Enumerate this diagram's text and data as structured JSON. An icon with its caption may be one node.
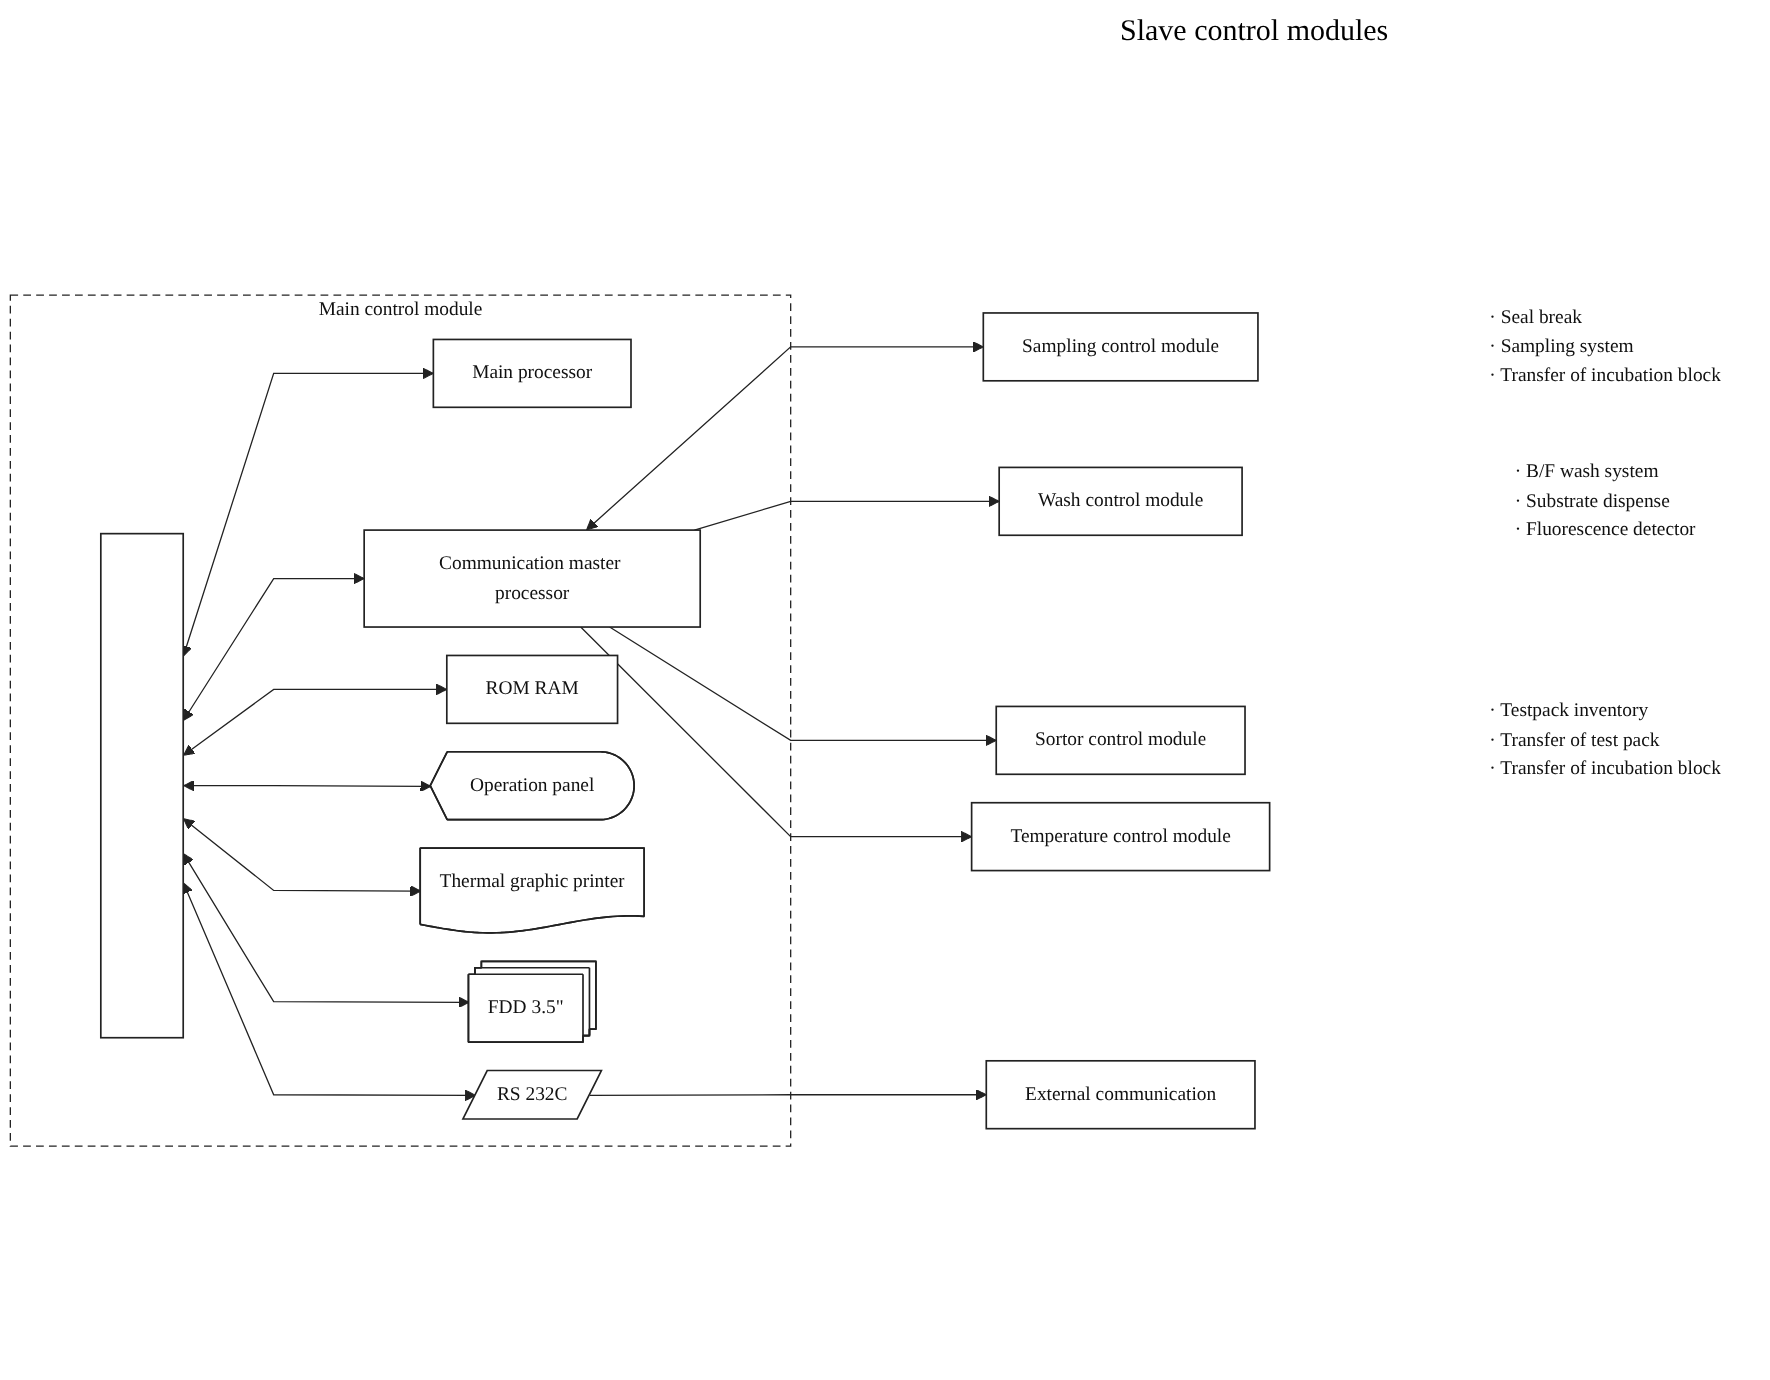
{
  "diagram": {
    "nodes": [
      {
        "text": [
          "Main control module"
        ]
      },
      {
        "text": [],
        "shape": "bar",
        "in": 0
      },
      {
        "text": [
          "Main processor"
        ],
        "in": 0
      },
      {
        "text": [
          "Communication master processor"
        ],
        "in": 0
      },
      {
        "text": [
          "ROM RAM"
        ],
        "in": 0
      },
      {
        "text": [
          "Operation panel"
        ],
        "in": 0
      },
      {
        "text": [
          "Thermal graphic printer"
        ],
        "in": 0
      },
      {
        "text": [
          "FDD 3.5\""
        ],
        "in": 0
      },
      {
        "text": [
          "RS 232C"
        ],
        "in": 0
      },
      {
        "text": [
          "Sampling control module"
        ],
        "beside": [
          "· Seal break",
          "· Sampling system",
          "· Transfer of incubation block"
        ]
      },
      {
        "text": [
          "Wash control module"
        ],
        "beside": [
          "· B/F wash system",
          "· Substrate dispense",
          "· Fluorescence detector"
        ]
      },
      {
        "text": [
          "Sortor control module"
        ],
        "beside": [
          "· Testpack inventory",
          "· Transfer of test pack",
          "· Transfer of incubation block"
        ]
      },
      {
        "text": [
          "Temperature control module"
        ]
      },
      {
        "text": [
          "External communication"
        ]
      }
    ],
    "edges": [
      {
        "from": 1,
        "to": 2,
        "arrow": "both"
      },
      {
        "from": 1,
        "to": 3,
        "arrow": "both"
      },
      {
        "from": 1,
        "to": 4,
        "arrow": "both"
      },
      {
        "from": 1,
        "to": 5,
        "arrow": "both"
      },
      {
        "from": 1,
        "to": 6,
        "arrow": "both"
      },
      {
        "from": 1,
        "to": 7,
        "arrow": "both"
      },
      {
        "from": 1,
        "to": 8,
        "arrow": "both"
      },
      {
        "from": 3,
        "to": 9,
        "arrow": "both"
      },
      {
        "from": 3,
        "to": 10,
        "arrow": "to"
      },
      {
        "from": 3,
        "to": 11,
        "arrow": "to"
      },
      {
        "from": 3,
        "to": 12,
        "arrow": "to"
      },
      {
        "from": 8,
        "to": 13,
        "arrow": "to"
      }
    ],
    "labels": [
      "Slave control modules"
    ]
  }
}
